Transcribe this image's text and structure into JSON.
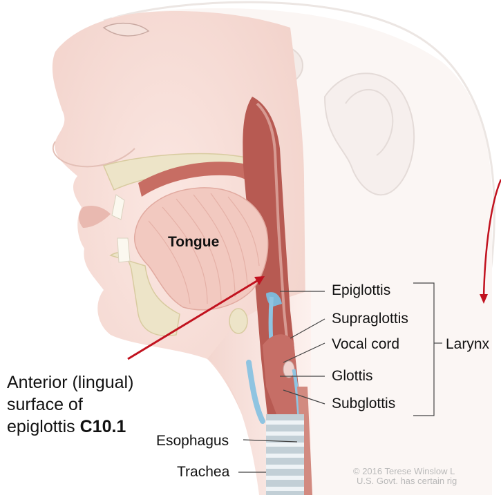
{
  "labels": {
    "tongue": "Tongue",
    "epiglottis": "Epiglottis",
    "supraglottis": "Supraglottis",
    "vocal_cord": "Vocal cord",
    "larynx": "Larynx",
    "glottis": "Glottis",
    "subglottis": "Subglottis",
    "esophagus": "Esophagus",
    "trachea": "Trachea"
  },
  "callout": {
    "line1": "Anterior (lingual)",
    "line2": "surface of",
    "line3_text": "epiglottis ",
    "line3_code": "C10.1"
  },
  "copyright": {
    "line1": "© 2016 Terese Winslow L",
    "line2": "U.S. Govt. has certain rig"
  },
  "colors": {
    "arrow": "#c1121f",
    "skin": "#f6dcd6",
    "airway": "#b75a52",
    "leader": "#444444"
  }
}
